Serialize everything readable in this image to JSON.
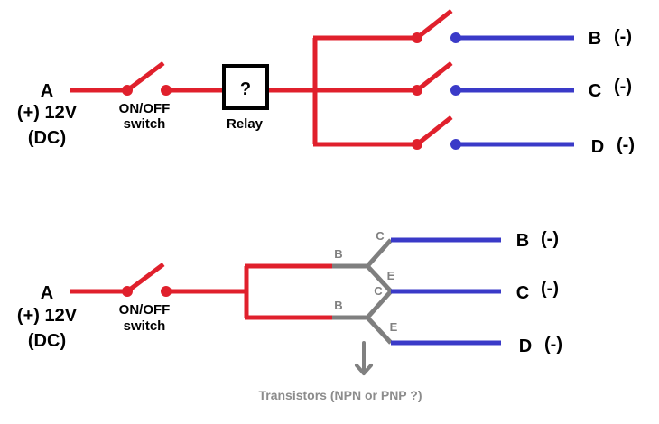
{
  "colors": {
    "positive_wire": "#e0202c",
    "negative_wire": "#3a3ac8",
    "transistor": "#7f7f7f",
    "relay_box": "#000000",
    "caption": "#8c8c8c"
  },
  "top_circuit": {
    "source": {
      "node": "A",
      "polarity": "(+) 12V",
      "type": "(DC)"
    },
    "switch_label": {
      "line1": "ON/OFF",
      "line2": "switch"
    },
    "relay": {
      "symbol": "?",
      "label": "Relay"
    },
    "outputs": [
      {
        "node": "B",
        "polarity": "(-)"
      },
      {
        "node": "C",
        "polarity": "(-)"
      },
      {
        "node": "D",
        "polarity": "(-)"
      }
    ]
  },
  "bottom_circuit": {
    "source": {
      "node": "A",
      "polarity": "(+) 12V",
      "type": "(DC)"
    },
    "switch_label": {
      "line1": "ON/OFF",
      "line2": "switch"
    },
    "transistor_pins": {
      "base": "B",
      "collector": "C",
      "emitter": "E"
    },
    "outputs": [
      {
        "node": "B",
        "polarity": "(-)"
      },
      {
        "node": "C",
        "polarity": "(-)"
      },
      {
        "node": "D",
        "polarity": "(-)"
      }
    ],
    "caption": "Transistors (NPN or PNP ?)"
  }
}
